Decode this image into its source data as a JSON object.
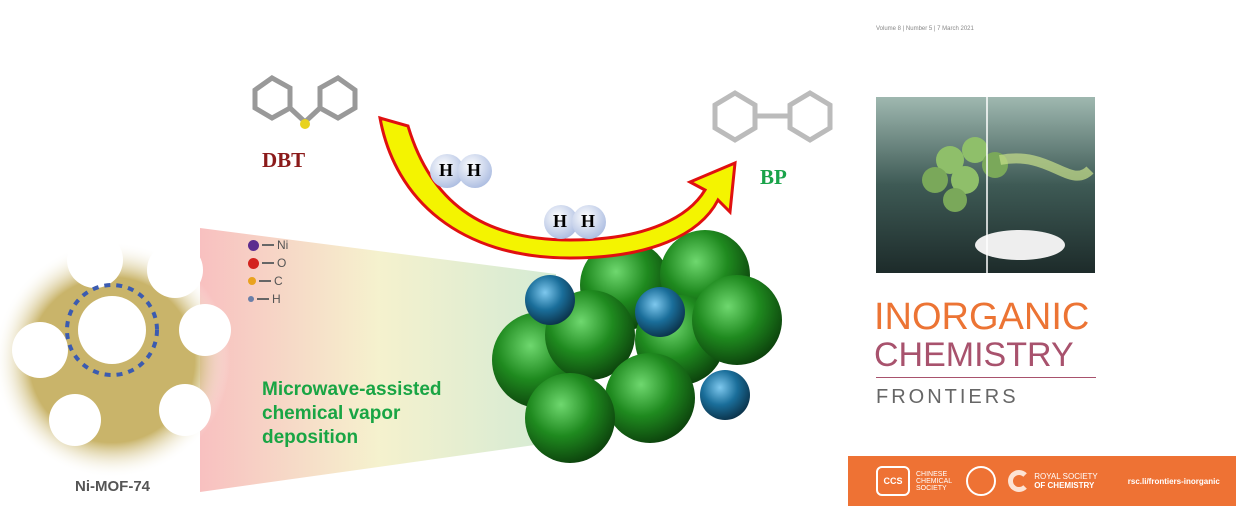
{
  "molecules": {
    "reactant": "DBT",
    "product": "BP",
    "hydrogen_atoms": [
      "H",
      "H"
    ]
  },
  "mof": {
    "label": "Ni-MOF-74",
    "legend": [
      {
        "element": "Ni",
        "color": "#5b2c8f"
      },
      {
        "element": "O",
        "color": "#d3231f"
      },
      {
        "element": "C",
        "color": "#e9a21f"
      },
      {
        "element": "H",
        "color": "#6a7fa8"
      }
    ]
  },
  "method": {
    "line1": "Microwave-assisted",
    "line2": "chemical vapor",
    "line3": "deposition"
  },
  "cover": {
    "issue_line": "Volume 8 | Number 5 | 7 March 2021",
    "title_1": "INORGANIC",
    "title_2": "CHEMISTRY",
    "title_3": "FRONTIERS",
    "footer": {
      "ccs_logo": "CCS",
      "ccs_name_1": "CHINESE",
      "ccs_name_2": "CHEMICAL",
      "ccs_name_3": "SOCIETY",
      "rsc_name_1": "ROYAL SOCIETY",
      "rsc_name_2": "OF CHEMISTRY",
      "url": "rsc.li/frontiers-inorganic"
    }
  },
  "colors": {
    "arrow_fill": "#f4f400",
    "arrow_stroke": "#e01010",
    "sphere_green": "#1f8a1f",
    "sphere_blue": "#1a6e9a",
    "brand_orange": "#ee7234"
  }
}
